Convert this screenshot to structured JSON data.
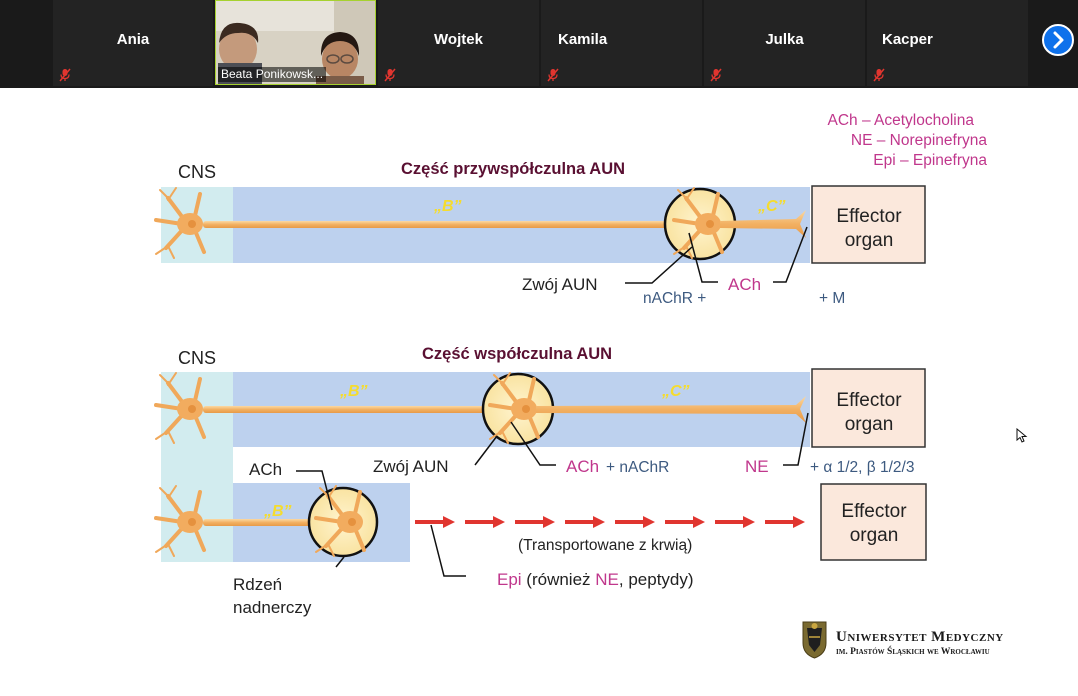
{
  "participants": [
    {
      "name": "Ania"
    },
    {
      "name": "Beata Ponikowsk..."
    },
    {
      "name": "Wojtek"
    },
    {
      "name": "Kamila"
    },
    {
      "name": "Julka"
    },
    {
      "name": "Kacper"
    }
  ],
  "colors": {
    "accent_blue": "#0e71eb",
    "active_speaker": "#a6d12f",
    "muted_red": "#e0352f",
    "title_maroon": "#5a1032",
    "magenta": "#c0378c",
    "slate": "#3d5a80",
    "yellow": "#f5dc2e",
    "band_blue": "#bdd1ee",
    "cns_cyan": "#d2ecef"
  },
  "icons": {
    "mic": "mic-muted-icon",
    "next": "chevron-right-icon"
  },
  "slide": {
    "legend": [
      "ACh – Acetylocholina",
      "NE – Norepinefryna",
      "Epi – Epinefryna"
    ],
    "section1": {
      "cns": "CNS",
      "title": "Część przywspółczulna AUN",
      "label_b": "„B”",
      "label_c": "„C”",
      "effector_line1": "Effector",
      "effector_line2": "organ",
      "ganglion": "Zwój AUN",
      "receptor": "nAChR +",
      "transmitter": "ACh",
      "target_receptor": "+ M"
    },
    "section2": {
      "cns": "CNS",
      "title": "Część współczulna AUN",
      "label_b": "„B”",
      "label_c": "„C”",
      "effector_line1": "Effector",
      "effector_line2": "organ",
      "ganglion": "Zwój AUN",
      "transmitter": "ACh",
      "receptor": "+ nAChR",
      "ne": "NE",
      "target_receptor": "+ α 1/2, β 1/2/3"
    },
    "section3": {
      "ach": "ACh",
      "label_b": "„B”",
      "effector_line1": "Effector",
      "effector_line2": "organ",
      "transport": "(Transportowane z krwią)",
      "epi": "Epi",
      "epi_rest1": " (również ",
      "epi_ne": "NE",
      "epi_rest2": ", peptydy)",
      "medulla_line1": "Rdzeń",
      "medulla_line2": "nadnerczy"
    },
    "logo": {
      "line1": "Uniwersytet Medyczny",
      "line2": "im. Piastów Śląskich we Wrocławiu"
    }
  }
}
